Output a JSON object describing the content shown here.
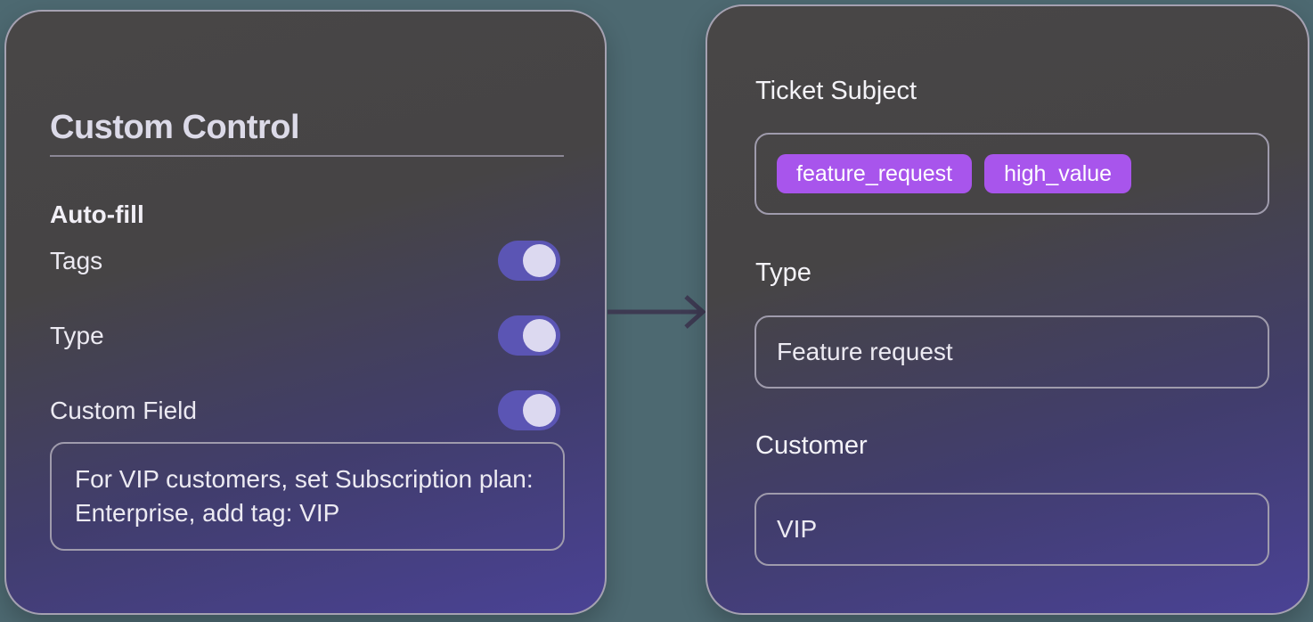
{
  "colors": {
    "background": "#4d6971",
    "panel_top": "#474546",
    "panel_bottom": "#4a4295",
    "panel_border": "#a5a1b1",
    "toggle_track": "#5b55b4",
    "toggle_knob": "#dcd9f0",
    "tag_pill": "#a855ec",
    "arrow": "#3d3a52"
  },
  "left_panel": {
    "title": "Custom Control",
    "section_heading": "Auto-fill",
    "toggles": [
      {
        "label": "Tags",
        "state": "on"
      },
      {
        "label": "Type",
        "state": "on"
      },
      {
        "label": "Custom Field",
        "state": "on"
      }
    ],
    "custom_field_value": "For VIP customers, set Subscription plan: Enterprise, add tag: VIP"
  },
  "right_panel": {
    "subject_label": "Ticket Subject",
    "subject_tags": [
      "feature_request",
      "high_value"
    ],
    "type_label": "Type",
    "type_value": "Feature request",
    "customer_label": "Customer",
    "customer_value": "VIP"
  }
}
